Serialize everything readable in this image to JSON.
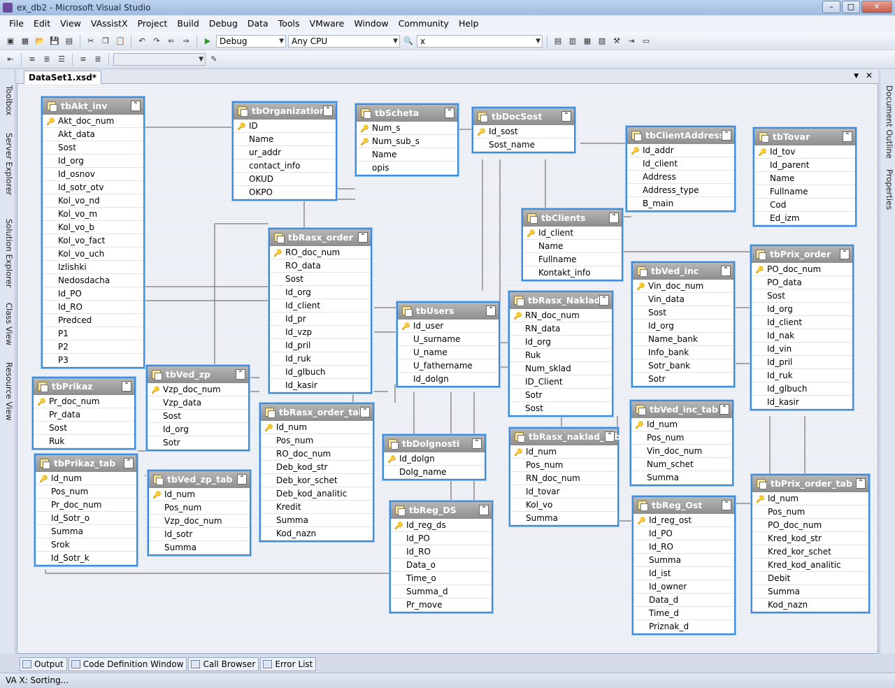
{
  "window": {
    "title": "ex_db2 - Microsoft Visual Studio",
    "minimize": "–",
    "maximize": "□",
    "close": "✕"
  },
  "menu": [
    "File",
    "Edit",
    "View",
    "VAssistX",
    "Project",
    "Build",
    "Debug",
    "Data",
    "Tools",
    "VMware",
    "Window",
    "Community",
    "Help"
  ],
  "toolbar": {
    "config": "Debug",
    "platform": "Any CPU",
    "find": "x",
    "blank_combo": ""
  },
  "left_rail": {
    "tabs": [
      "Toolbox",
      "Server Explorer",
      "Solution Explorer",
      "Class View",
      "Resource View"
    ]
  },
  "right_rail": {
    "tabs": [
      "Document Outline",
      "Properties"
    ]
  },
  "document": {
    "tab": "DataSet1.xsd*",
    "dropdown": "▼",
    "close": "✕"
  },
  "tables": [
    {
      "name": "tbAkt_inv",
      "keys": [
        0
      ],
      "cols": [
        "Akt_doc_num",
        "Akt_data",
        "Sost",
        "Id_org",
        "Id_osnov",
        "Id_sotr_otv",
        "Kol_vo_nd",
        "Kol_vo_m",
        "Kol_vo_b",
        "Kol_vo_fact",
        "Kol_vo_uch",
        "Izlishki",
        "Nedosdacha",
        "Id_PO",
        "Id_RO",
        "Predced",
        "P1",
        "P2",
        "P3"
      ]
    },
    {
      "name": "tbOrganization",
      "keys": [
        0
      ],
      "cols": [
        "ID",
        "Name",
        "ur_addr",
        "contact_info",
        "OKUD",
        "OKPO"
      ]
    },
    {
      "name": "tbScheta",
      "keys": [
        0,
        1
      ],
      "cols": [
        "Num_s",
        "Num_sub_s",
        "Name",
        "opis"
      ]
    },
    {
      "name": "tbDocSost",
      "keys": [
        0
      ],
      "cols": [
        "Id_sost",
        "Sost_name"
      ]
    },
    {
      "name": "tbClientAddress",
      "keys": [
        0
      ],
      "cols": [
        "Id_addr",
        "Id_client",
        "Address",
        "Address_type",
        "B_main"
      ]
    },
    {
      "name": "tbTovar",
      "keys": [
        0
      ],
      "cols": [
        "Id_tov",
        "Id_parent",
        "Name",
        "Fullname",
        "Cod",
        "Ed_izm"
      ]
    },
    {
      "name": "tbClients",
      "keys": [
        0
      ],
      "cols": [
        "Id_client",
        "Name",
        "Fullname",
        "Kontakt_info"
      ]
    },
    {
      "name": "tbRasx_order",
      "keys": [
        0
      ],
      "cols": [
        "RO_doc_num",
        "RO_data",
        "Sost",
        "Id_org",
        "Id_client",
        "Id_pr",
        "Id_vzp",
        "Id_pril",
        "Id_ruk",
        "Id_glbuch",
        "Id_kasir"
      ]
    },
    {
      "name": "tbPrix_order",
      "keys": [
        0
      ],
      "cols": [
        "PO_doc_num",
        "PO_data",
        "Sost",
        "Id_org",
        "Id_client",
        "Id_nak",
        "Id_vin",
        "Id_pril",
        "Id_ruk",
        "Id_glbuch",
        "Id_kasir"
      ]
    },
    {
      "name": "tbVed_inc",
      "keys": [
        0
      ],
      "cols": [
        "Vin_doc_num",
        "Vin_data",
        "Sost",
        "Id_org",
        "Name_bank",
        "Info_bank",
        "Sotr_bank",
        "Sotr"
      ]
    },
    {
      "name": "tbUsers",
      "keys": [
        0
      ],
      "cols": [
        "Id_user",
        "U_surname",
        "U_name",
        "U_fathername",
        "Id_dolgn"
      ]
    },
    {
      "name": "tbRasx_Naklad",
      "keys": [
        0
      ],
      "cols": [
        "RN_doc_num",
        "RN_data",
        "Id_org",
        "Ruk",
        "Num_sklad",
        "ID_Client",
        "Sotr",
        "Sost"
      ]
    },
    {
      "name": "tbVed_zp",
      "keys": [
        0
      ],
      "cols": [
        "Vzp_doc_num",
        "Vzp_data",
        "Sost",
        "Id_org",
        "Sotr"
      ]
    },
    {
      "name": "tbPrikaz",
      "keys": [
        0
      ],
      "cols": [
        "Pr_doc_num",
        "Pr_data",
        "Sost",
        "Ruk"
      ]
    },
    {
      "name": "tbRasx_order_tab",
      "keys": [
        0
      ],
      "cols": [
        "Id_num",
        "Pos_num",
        "RO_doc_num",
        "Deb_kod_str",
        "Deb_kor_schet",
        "Deb_kod_analitic",
        "Kredit",
        "Summa",
        "Kod_nazn"
      ]
    },
    {
      "name": "tbDolgnosti",
      "keys": [
        0
      ],
      "cols": [
        "Id_dolgn",
        "Dolg_name"
      ]
    },
    {
      "name": "tbVed_inc_tab",
      "keys": [
        0
      ],
      "cols": [
        "Id_num",
        "Pos_num",
        "Vin_doc_num",
        "Num_schet",
        "Summa"
      ]
    },
    {
      "name": "tbRasx_naklad_tab",
      "keys": [
        0
      ],
      "cols": [
        "Id_num",
        "Pos_num",
        "RN_doc_num",
        "Id_tovar",
        "Kol_vo",
        "Summa"
      ]
    },
    {
      "name": "tbPrikaz_tab",
      "keys": [
        0
      ],
      "cols": [
        "Id_num",
        "Pos_num",
        "Pr_doc_num",
        "Id_Sotr_o",
        "Summa",
        "Srok",
        "Id_Sotr_k"
      ]
    },
    {
      "name": "tbVed_zp_tab",
      "keys": [
        0
      ],
      "cols": [
        "Id_num",
        "Pos_num",
        "Vzp_doc_num",
        "Id_sotr",
        "Summa"
      ]
    },
    {
      "name": "tbReg_DS",
      "keys": [
        0
      ],
      "cols": [
        "Id_reg_ds",
        "Id_PO",
        "Id_RO",
        "Data_o",
        "Time_o",
        "Summa_d",
        "Pr_move"
      ]
    },
    {
      "name": "tbReg_Ost",
      "keys": [
        0
      ],
      "cols": [
        "Id_reg_ost",
        "Id_PO",
        "Id_RO",
        "Summa",
        "Id_ist",
        "Id_owner",
        "Data_d",
        "Time_d",
        "Priznak_d"
      ]
    },
    {
      "name": "tbPrix_order_tab",
      "keys": [
        0
      ],
      "cols": [
        "Id_num",
        "Pos_num",
        "PO_doc_num",
        "Kred_kod_str",
        "Kred_kor_schet",
        "Kred_kod_analitic",
        "Debit",
        "Summa",
        "Kod_nazn"
      ]
    }
  ],
  "bottom_tabs": [
    "Output",
    "Code Definition Window",
    "Call Browser",
    "Error List"
  ],
  "status": "VA X: Sorting..."
}
